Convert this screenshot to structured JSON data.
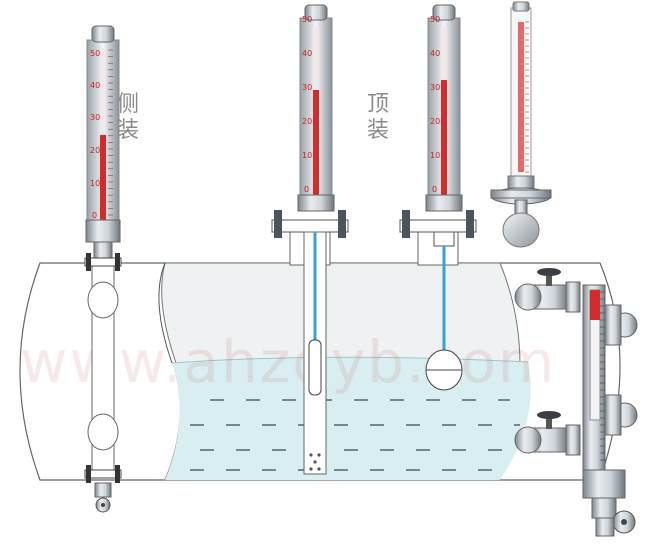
{
  "labels": {
    "side_mount": [
      "侧",
      "装"
    ],
    "top_mount": [
      "顶",
      "装"
    ]
  },
  "watermark": "www.ahzdyb.com",
  "gauge_scale": [
    "50",
    "40",
    "30",
    "20",
    "10",
    "0"
  ],
  "colors": {
    "liquid": "#d9eef0",
    "vapor": "#eef2f3",
    "pipe_fill": "#ffffff",
    "indicator_red": "#d42a2a",
    "float_cable": "#3aa0d8",
    "metal": "#b8bec4"
  },
  "icons": [
    "gate-valve-icon",
    "drain-valve-icon",
    "float-ball-icon",
    "flange-icon"
  ]
}
